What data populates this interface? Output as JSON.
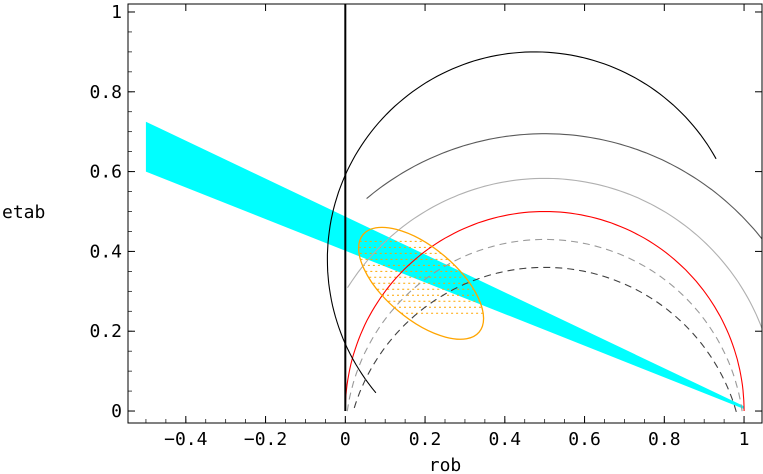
{
  "chart_data": {
    "type": "line",
    "title": "",
    "xlabel": "rob",
    "ylabel": "etab",
    "xlim": [
      -0.545,
      1.045
    ],
    "ylim": [
      -0.03,
      1.02
    ],
    "x_ticks": [
      -0.4,
      -0.2,
      0,
      0.2,
      0.4,
      0.6,
      0.8,
      1
    ],
    "x_tick_labels": [
      "−0.4",
      "−0.2",
      "0",
      "0.2",
      "0.4",
      "0.6",
      "0.8",
      "1"
    ],
    "y_ticks": [
      0,
      0.2,
      0.4,
      0.6,
      0.8,
      1
    ],
    "y_tick_labels": [
      "0",
      "0.2",
      "0.4",
      "0.6",
      "0.8",
      "1"
    ],
    "grid": false,
    "colors": {
      "band": "#00ffff",
      "red_arc": "#ff0000",
      "ellipse": "#ffa500",
      "hatch": "#ffa500",
      "dark_arc": "#000000",
      "mid_arc": "#5a5a5a",
      "light_arc": "#b0b0b0",
      "dashed_light": "#9a9a9a",
      "dashed_dark": "#404040"
    },
    "band": {
      "upper": [
        [
          -0.5,
          0.725
        ],
        [
          1.0,
          0.012
        ]
      ],
      "lower": [
        [
          -0.5,
          0.6
        ],
        [
          1.0,
          0.005
        ]
      ]
    },
    "vertical_line": {
      "x": 0,
      "y": [
        0,
        1.02
      ]
    },
    "arcs": [
      {
        "cx": 0.5,
        "r": 0.5,
        "start_deg": 0,
        "end_deg": 180,
        "style": "red",
        "dashed": false
      },
      {
        "cx": 0.5,
        "r": 0.583,
        "center_y": 0,
        "start_deg": 12,
        "end_deg": 148,
        "style": "light",
        "dashed": false
      },
      {
        "cx": 0.5,
        "r": 0.695,
        "center_y": 0,
        "start_deg": 20,
        "end_deg": 130,
        "style": "mid",
        "dashed": false
      },
      {
        "cx": 0.475,
        "r": 0.52,
        "center_y": 0.38,
        "start_deg": 29,
        "end_deg": 220,
        "style": "dark",
        "dashed": false
      },
      {
        "cx": 0.5,
        "r": 0.5,
        "center_y": -0.07,
        "start_deg": 8,
        "end_deg": 172,
        "style": "dashed_light",
        "dashed": true
      },
      {
        "cx": 0.5,
        "r": 0.5,
        "center_y": -0.14,
        "start_deg": 16,
        "end_deg": 164,
        "style": "dashed_dark",
        "dashed": true
      }
    ],
    "ellipse": {
      "cx": 0.19,
      "cy": 0.32,
      "rx": 0.19,
      "ry": 0.09,
      "angle_deg": -40
    },
    "hatch_y_range": [
      0.245,
      0.43
    ]
  }
}
